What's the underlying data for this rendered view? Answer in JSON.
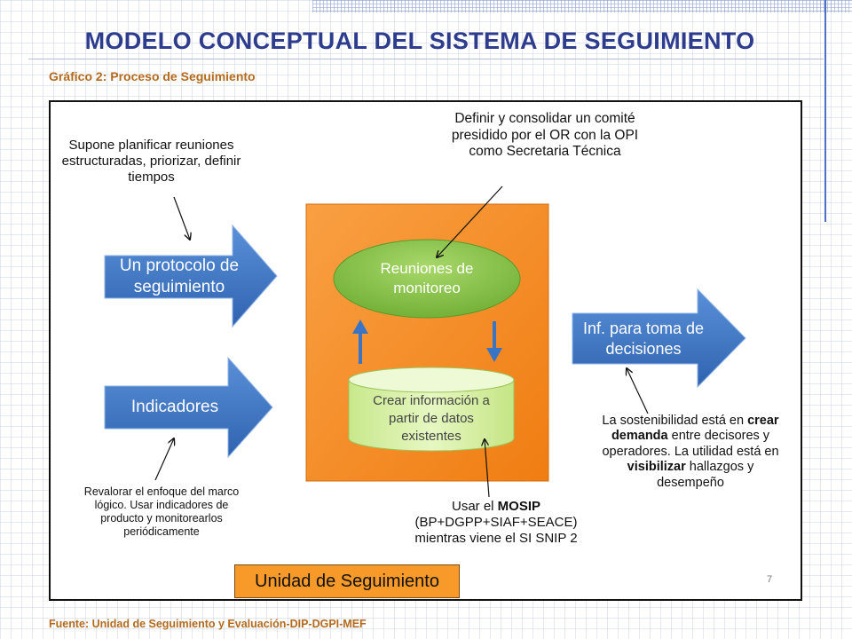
{
  "header": {
    "title": "MODELO CONCEPTUAL DEL SISTEMA DE SEGUIMIENTO",
    "subtitle": "Gráfico 2: Proceso de Seguimiento"
  },
  "diagram": {
    "arrows": {
      "protocol": "Un protocolo de seguimiento",
      "indicators": "Indicadores",
      "decisions": "Inf. para toma de decisiones"
    },
    "ellipse": "Reuniones de monitoreo",
    "cylinder": "Crear información a partir de datos existentes",
    "notes": {
      "protocol_note": "Supone planificar reuniones estructuradas, priorizar, definir tiempos",
      "committee_note": "Definir y consolidar un comité presidido por el OR con la OPI como Secretaria Técnica",
      "indicators_note": "Revalorar el enfoque del marco lógico. Usar indicadores de producto y monitorearlos periódicamente",
      "mosip_note_pre": "Usar el ",
      "mosip_note_bold": "MOSIP",
      "mosip_note_post": " (BP+DGPP+SIAF+SEACE) mientras viene el SI SNIP 2",
      "sustain_1": "La sostenibilidad está en ",
      "sustain_2": "crear demanda",
      "sustain_3": " entre decisores y operadores. La utilidad está en ",
      "sustain_4": "visibilizar",
      "sustain_5": " hallazgos y desempeño"
    },
    "unit_label": "Unidad de Seguimiento",
    "page_number": "7"
  },
  "footer": {
    "source": "Fuente: Unidad de Seguimiento y Evaluación-DIP-DGPI-MEF"
  },
  "colors": {
    "title": "#2e3c8e",
    "subtitle": "#b36a1e",
    "orange_box": "#f58a1f",
    "arrow_blue": "#3a74c4",
    "ellipse_green": "#8cc84b",
    "cylinder_green": "#d9f0a8",
    "unit_box": "#f79a2a"
  }
}
